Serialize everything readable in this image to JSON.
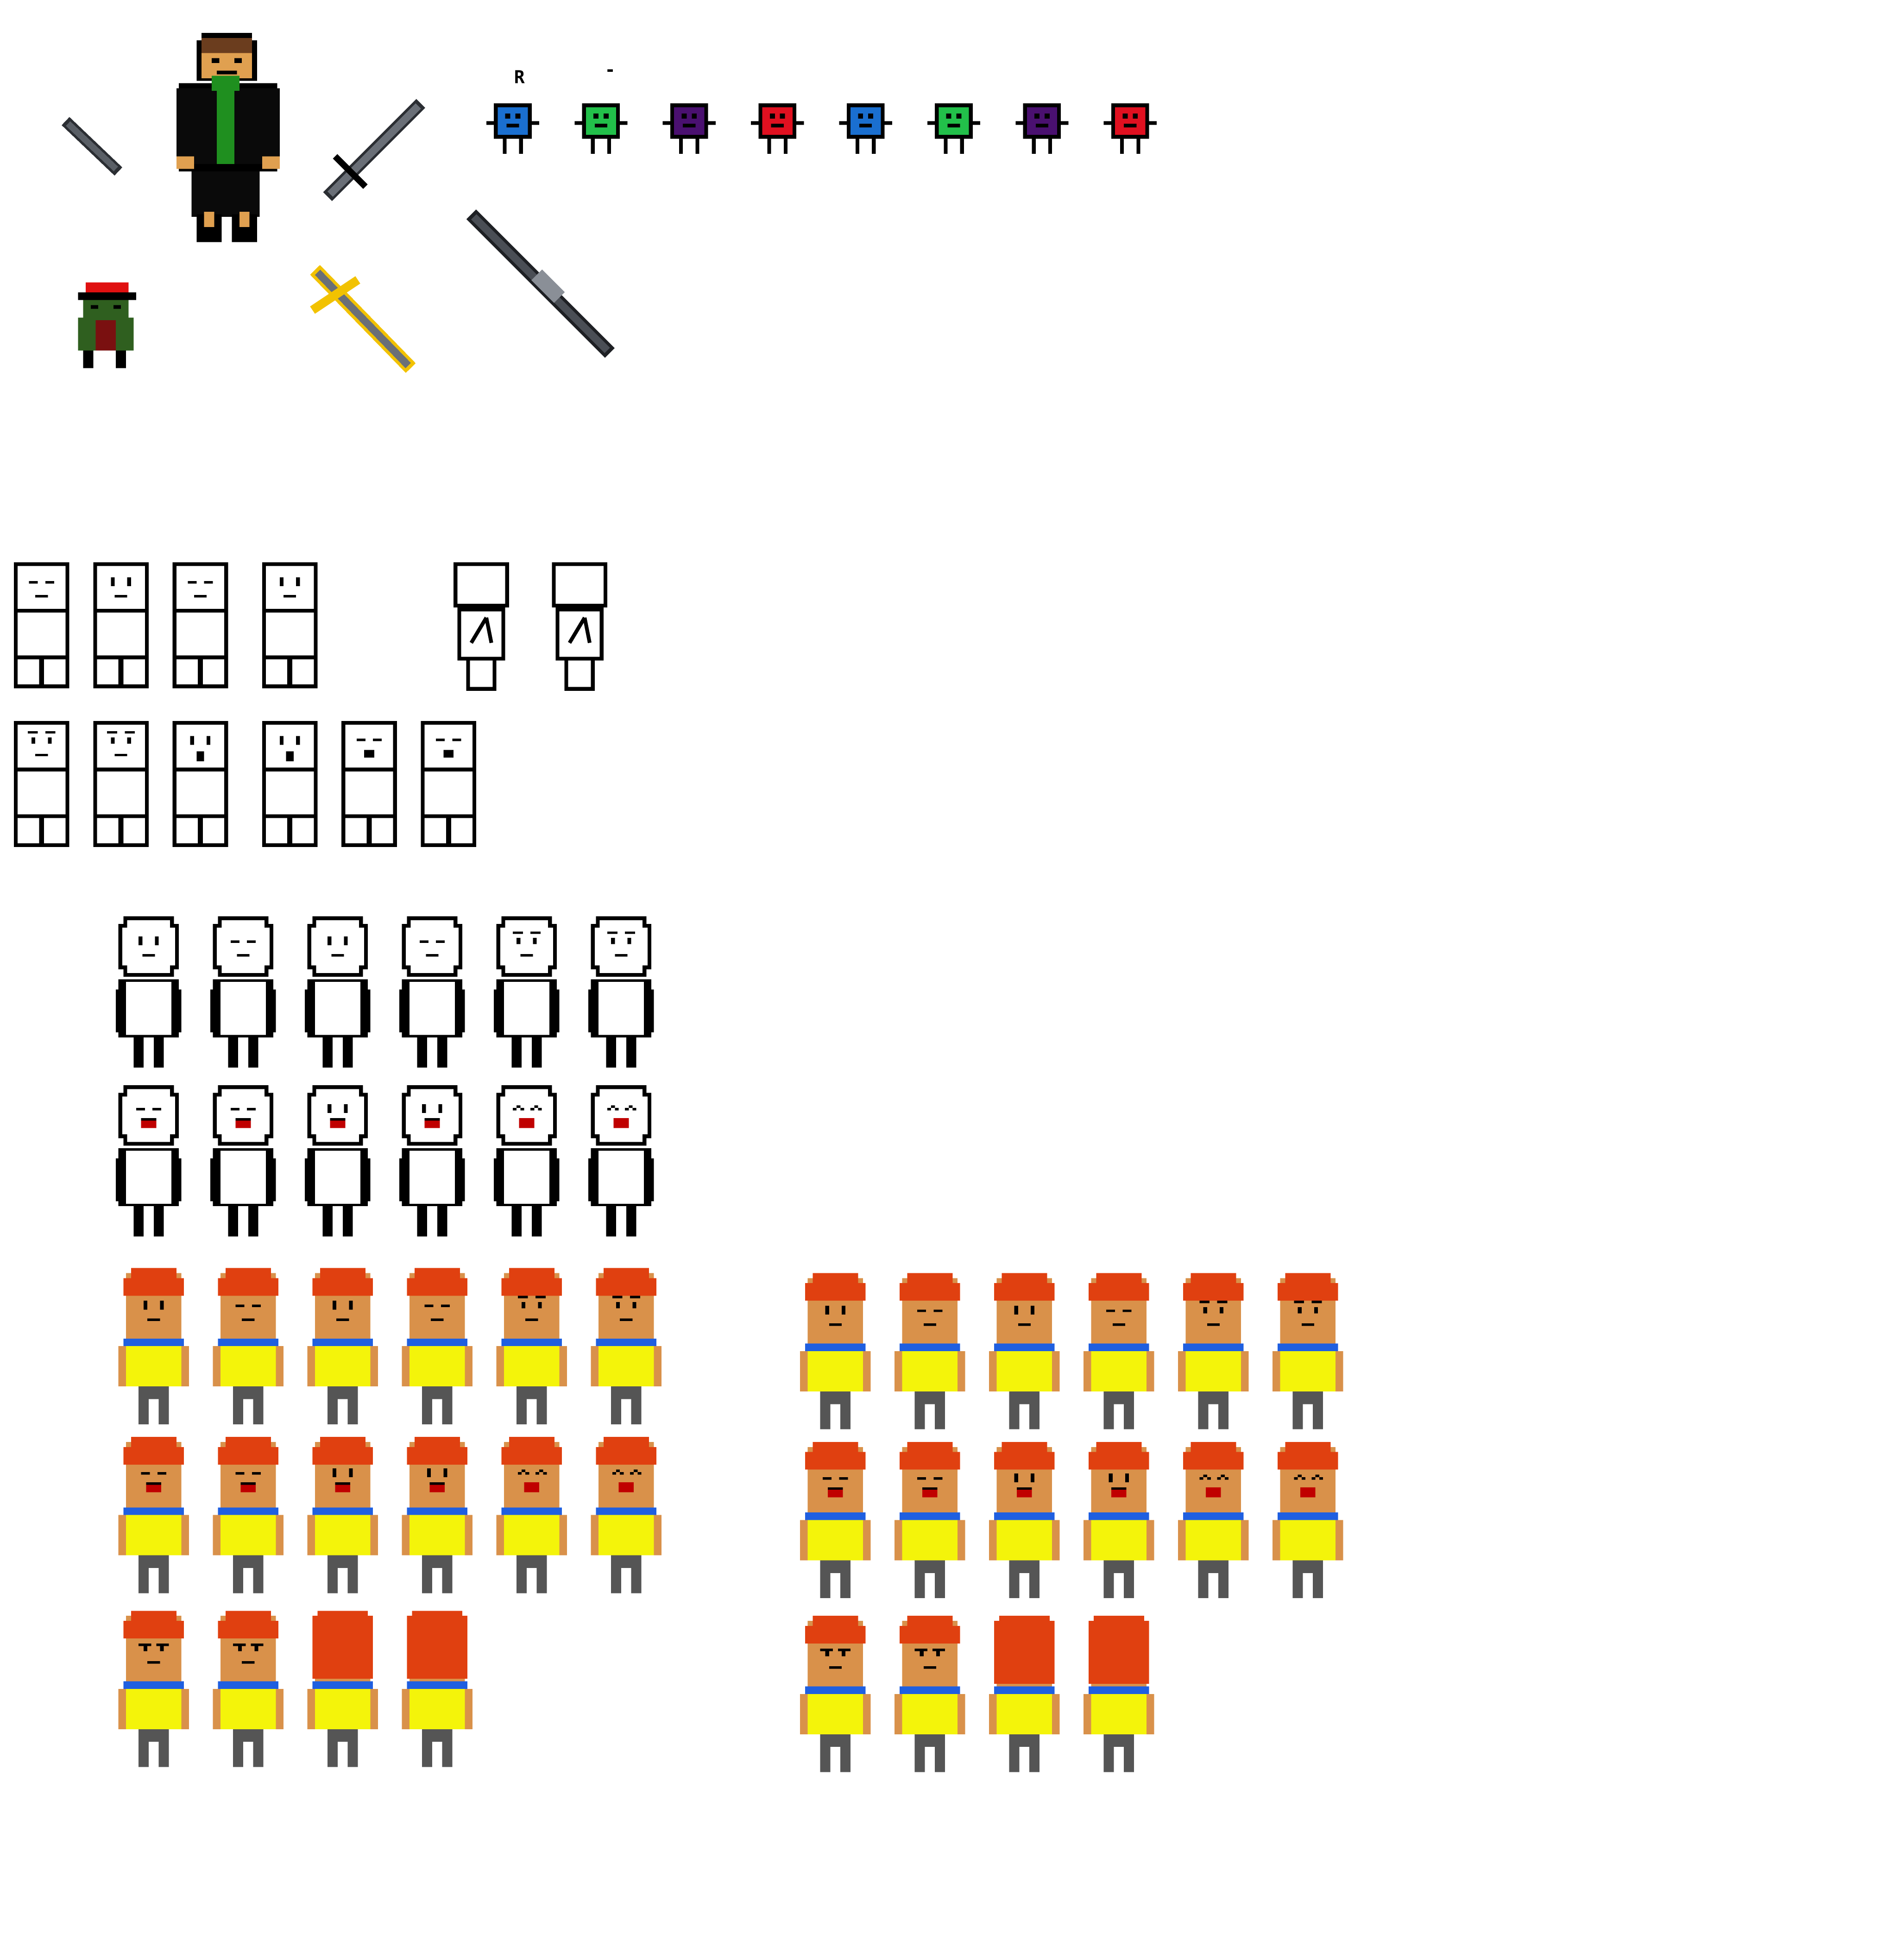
{
  "sheet": {
    "background": "#ffffff",
    "pixel_outline": "#000000"
  },
  "hero": {
    "icon": "hero-sprite",
    "coat": "#0a0a0a",
    "scarf": "#1f8f1f",
    "skin": "#e0a050",
    "hair": "#6b3d1e"
  },
  "goblin": {
    "icon": "goblin-sprite",
    "hat": "#e01010",
    "body": "#2f5f1f",
    "jacket": "#7a1010"
  },
  "weapons": [
    {
      "icon": "dagger-icon",
      "blade": "#5a5f66",
      "edge": "#2b2e33"
    },
    {
      "icon": "sword-icon",
      "blade": "#6a6f77",
      "edge": "#2b2e33"
    },
    {
      "icon": "golden-sword-icon",
      "blade": "#6a6f77",
      "trim": "#f2c200"
    },
    {
      "icon": "spear-icon",
      "blade": "#4a4e55",
      "edge": "#1e2024"
    }
  ],
  "cube_creatures": {
    "letters": [
      "R",
      "-"
    ],
    "colors": [
      "#1a6fd0",
      "#22c04a",
      "#4a1070",
      "#e01020",
      "#1a6fd0",
      "#22c04a",
      "#4a1070",
      "#e01020"
    ]
  },
  "block_figures": {
    "row1_faces": [
      "sleepy",
      "neutral",
      "sleepy",
      "neutral"
    ],
    "row2_faces": [
      "angry",
      "angry",
      "shock",
      "shock",
      "tired",
      "tired"
    ],
    "back_views": 2
  },
  "round_figures": {
    "row1_faces": [
      "neutral",
      "sleepy",
      "neutral",
      "sleepy",
      "angry",
      "angry"
    ],
    "row2_faces": [
      "grin",
      "grin",
      "smile",
      "smile",
      "happy",
      "happy"
    ]
  },
  "kids": {
    "hair": "#e04010",
    "skin": "#d9914a",
    "shirt": "#f4f40a",
    "collar": "#1f5fe0",
    "pants": "#555555",
    "set_left": {
      "row1": [
        "neutral",
        "sleepy",
        "neutral",
        "sleepy",
        "angry",
        "angry"
      ],
      "row2": [
        "grin",
        "grin",
        "smile",
        "smile",
        "happy",
        "happy"
      ],
      "row3": [
        "frown",
        "frown",
        "back",
        "back"
      ]
    },
    "set_right": {
      "row1": [
        "neutral",
        "sleepy",
        "neutral",
        "sleepy",
        "angry",
        "angry"
      ],
      "row2": [
        "grin",
        "grin",
        "smile",
        "smile",
        "happy",
        "happy"
      ],
      "row3": [
        "frown",
        "frown",
        "back",
        "back"
      ]
    }
  }
}
